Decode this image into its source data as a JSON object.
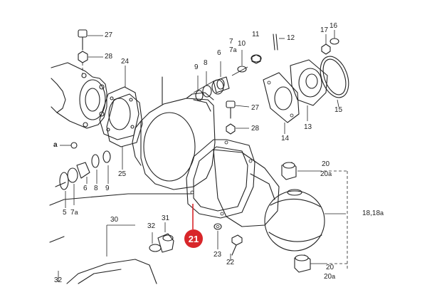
{
  "diagram": {
    "callout": {
      "number": "21",
      "color": "#d8262a"
    },
    "labels": {
      "p27a": "27",
      "p28a": "28",
      "p24": "24",
      "p25": "25",
      "p9a": "9",
      "p8a": "8",
      "p6a": "6",
      "p7a": "7",
      "p7a_sub": "a",
      "p10": "10",
      "p11": "11",
      "p12": "12",
      "p17": "17",
      "p16": "16",
      "p14": "14",
      "p13": "13",
      "p15": "15",
      "p27b": "27",
      "p28b": "28",
      "pa_left": "a",
      "p5": "5",
      "p7b": "7",
      "p7b_sub": "a",
      "p6b": "6",
      "p8b": "8",
      "p9b": "9",
      "p20a": "20",
      "p20a_a": "20",
      "p20a_a_sub": "a",
      "p1818": "18,18",
      "p1818_sub": "a",
      "p20b": "20",
      "p20b_a": "20",
      "p20b_a_sub": "a",
      "p30": "30",
      "p32a": "32",
      "p31": "31",
      "p32b": "32",
      "p23": "23",
      "p22": "22"
    }
  }
}
